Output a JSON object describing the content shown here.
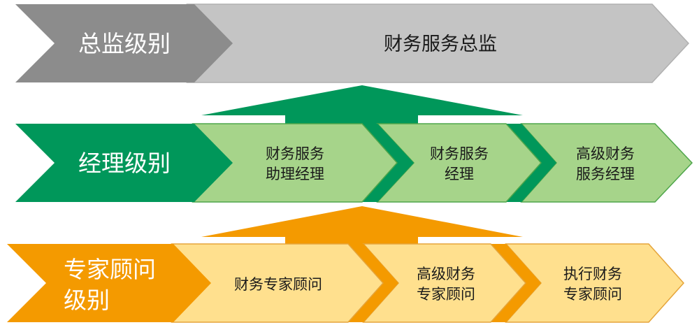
{
  "colors": {
    "director_dark": "#8c8c8c",
    "director_light": "#c4c4c4",
    "manager_dark": "#00975a",
    "manager_light": "#a6d48a",
    "consultant_dark": "#f49a00",
    "consultant_light": "#ffe08e",
    "outline_green": "#4fa64b",
    "outline_orange": "#e5a43a",
    "outline_gray": "#b0b0b0"
  },
  "levels": {
    "director": {
      "label": "总监级别",
      "positions": [
        "财务服务总监"
      ]
    },
    "manager": {
      "label": "经理级别",
      "positions": [
        [
          "财务服务",
          "助理经理"
        ],
        [
          "财务服务",
          "经理"
        ],
        [
          "高级财务",
          "服务经理"
        ]
      ]
    },
    "consultant": {
      "label": [
        "专家顾问",
        "级别"
      ],
      "positions": [
        [
          "财务专家顾问"
        ],
        [
          "高级财务",
          "专家顾问"
        ],
        [
          "执行财务",
          "专家顾问"
        ]
      ]
    }
  }
}
